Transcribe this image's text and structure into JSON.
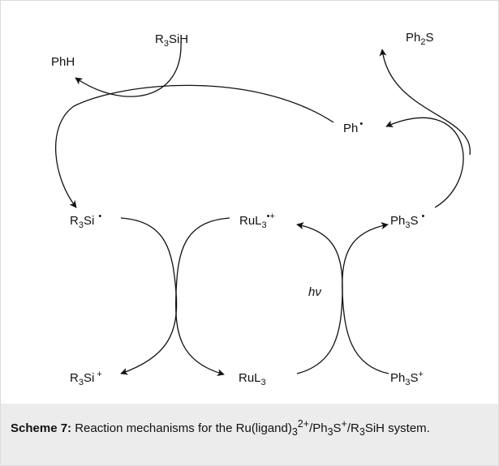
{
  "species": {
    "r3sih": {
      "base": "R",
      "sub": "3",
      "rest": "SiH"
    },
    "phh": "PhH",
    "ph2s": {
      "base": "Ph",
      "sub": "2",
      "rest": "S"
    },
    "ph_radical": {
      "base": "Ph",
      "dot": "•"
    },
    "r3si_radical": {
      "base": "R",
      "sub": "3",
      "rest": "Si",
      "dot": "•"
    },
    "rul3_radical_cation": {
      "base": "RuL",
      "sub": "3",
      "sup": "•+"
    },
    "ph3s_radical": {
      "base": "Ph",
      "sub": "3",
      "rest": "S",
      "dot": "•"
    },
    "r3si_cation": {
      "base": "R",
      "sub": "3",
      "rest": "Si",
      "sup": "+"
    },
    "rul3": {
      "base": "RuL",
      "sub": "3"
    },
    "ph3s_cation": {
      "base": "Ph",
      "sub": "3",
      "rest": "S",
      "sup": "+"
    },
    "hv": "hν"
  },
  "caption": {
    "label": "Scheme 7:",
    "text_a": "Reaction mechanisms for the Ru(ligand)",
    "sub_a": "3",
    "sup_a": "2+",
    "text_b": "/Ph",
    "sub_b": "3",
    "text_c": "S",
    "sup_c": "+",
    "text_d": "/R",
    "sub_d": "3",
    "text_e": "SiH system."
  }
}
